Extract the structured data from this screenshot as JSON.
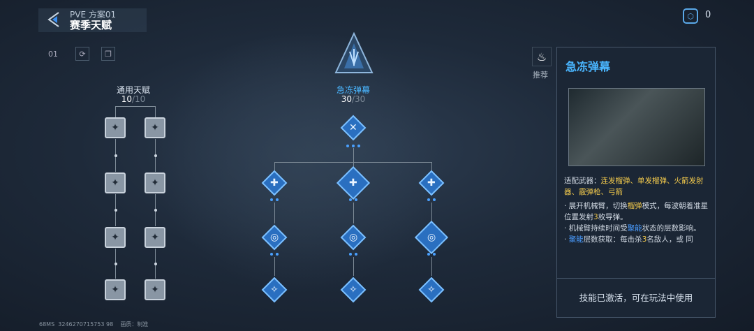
{
  "header": {
    "subtitle": "PVE 方案01",
    "title": "赛季天赋",
    "currency_value": "0"
  },
  "toolbar": {
    "loadout_label": "01"
  },
  "general": {
    "label": "通用天赋",
    "current": "10",
    "max": "/10"
  },
  "main": {
    "label": "急冻弹幕",
    "current": "30",
    "max": "/30"
  },
  "recommend_label": "推荐",
  "panel": {
    "title": "急冻弹幕",
    "weapons_label": "适配武器：",
    "weapons": "连发榴弹、单发榴弹、火箭发射器、霰弹枪、弓箭",
    "d1a": "· 展开机械臂，切换",
    "d1b": "榴弹",
    "d1c": "模式，每波朝着准星位置发射",
    "d1d": "3",
    "d1e": "枚导弹。",
    "d2a": "· 机械臂持续时间受",
    "d2b": "聚能",
    "d2c": "状态的层数影响。",
    "d3a": "· ",
    "d3b": "聚能",
    "d3c": "层数获取：每击杀",
    "d3d": "3",
    "d3e": "名敌人，或 同",
    "footer": "技能已激活，可在玩法中使用"
  },
  "status": {
    "ping": "68MS",
    "uid": "3246270715753 98",
    "quality": "画质：制准"
  },
  "colors": {
    "accent": "#4ab6ff",
    "highlight": "#f2c94c"
  }
}
